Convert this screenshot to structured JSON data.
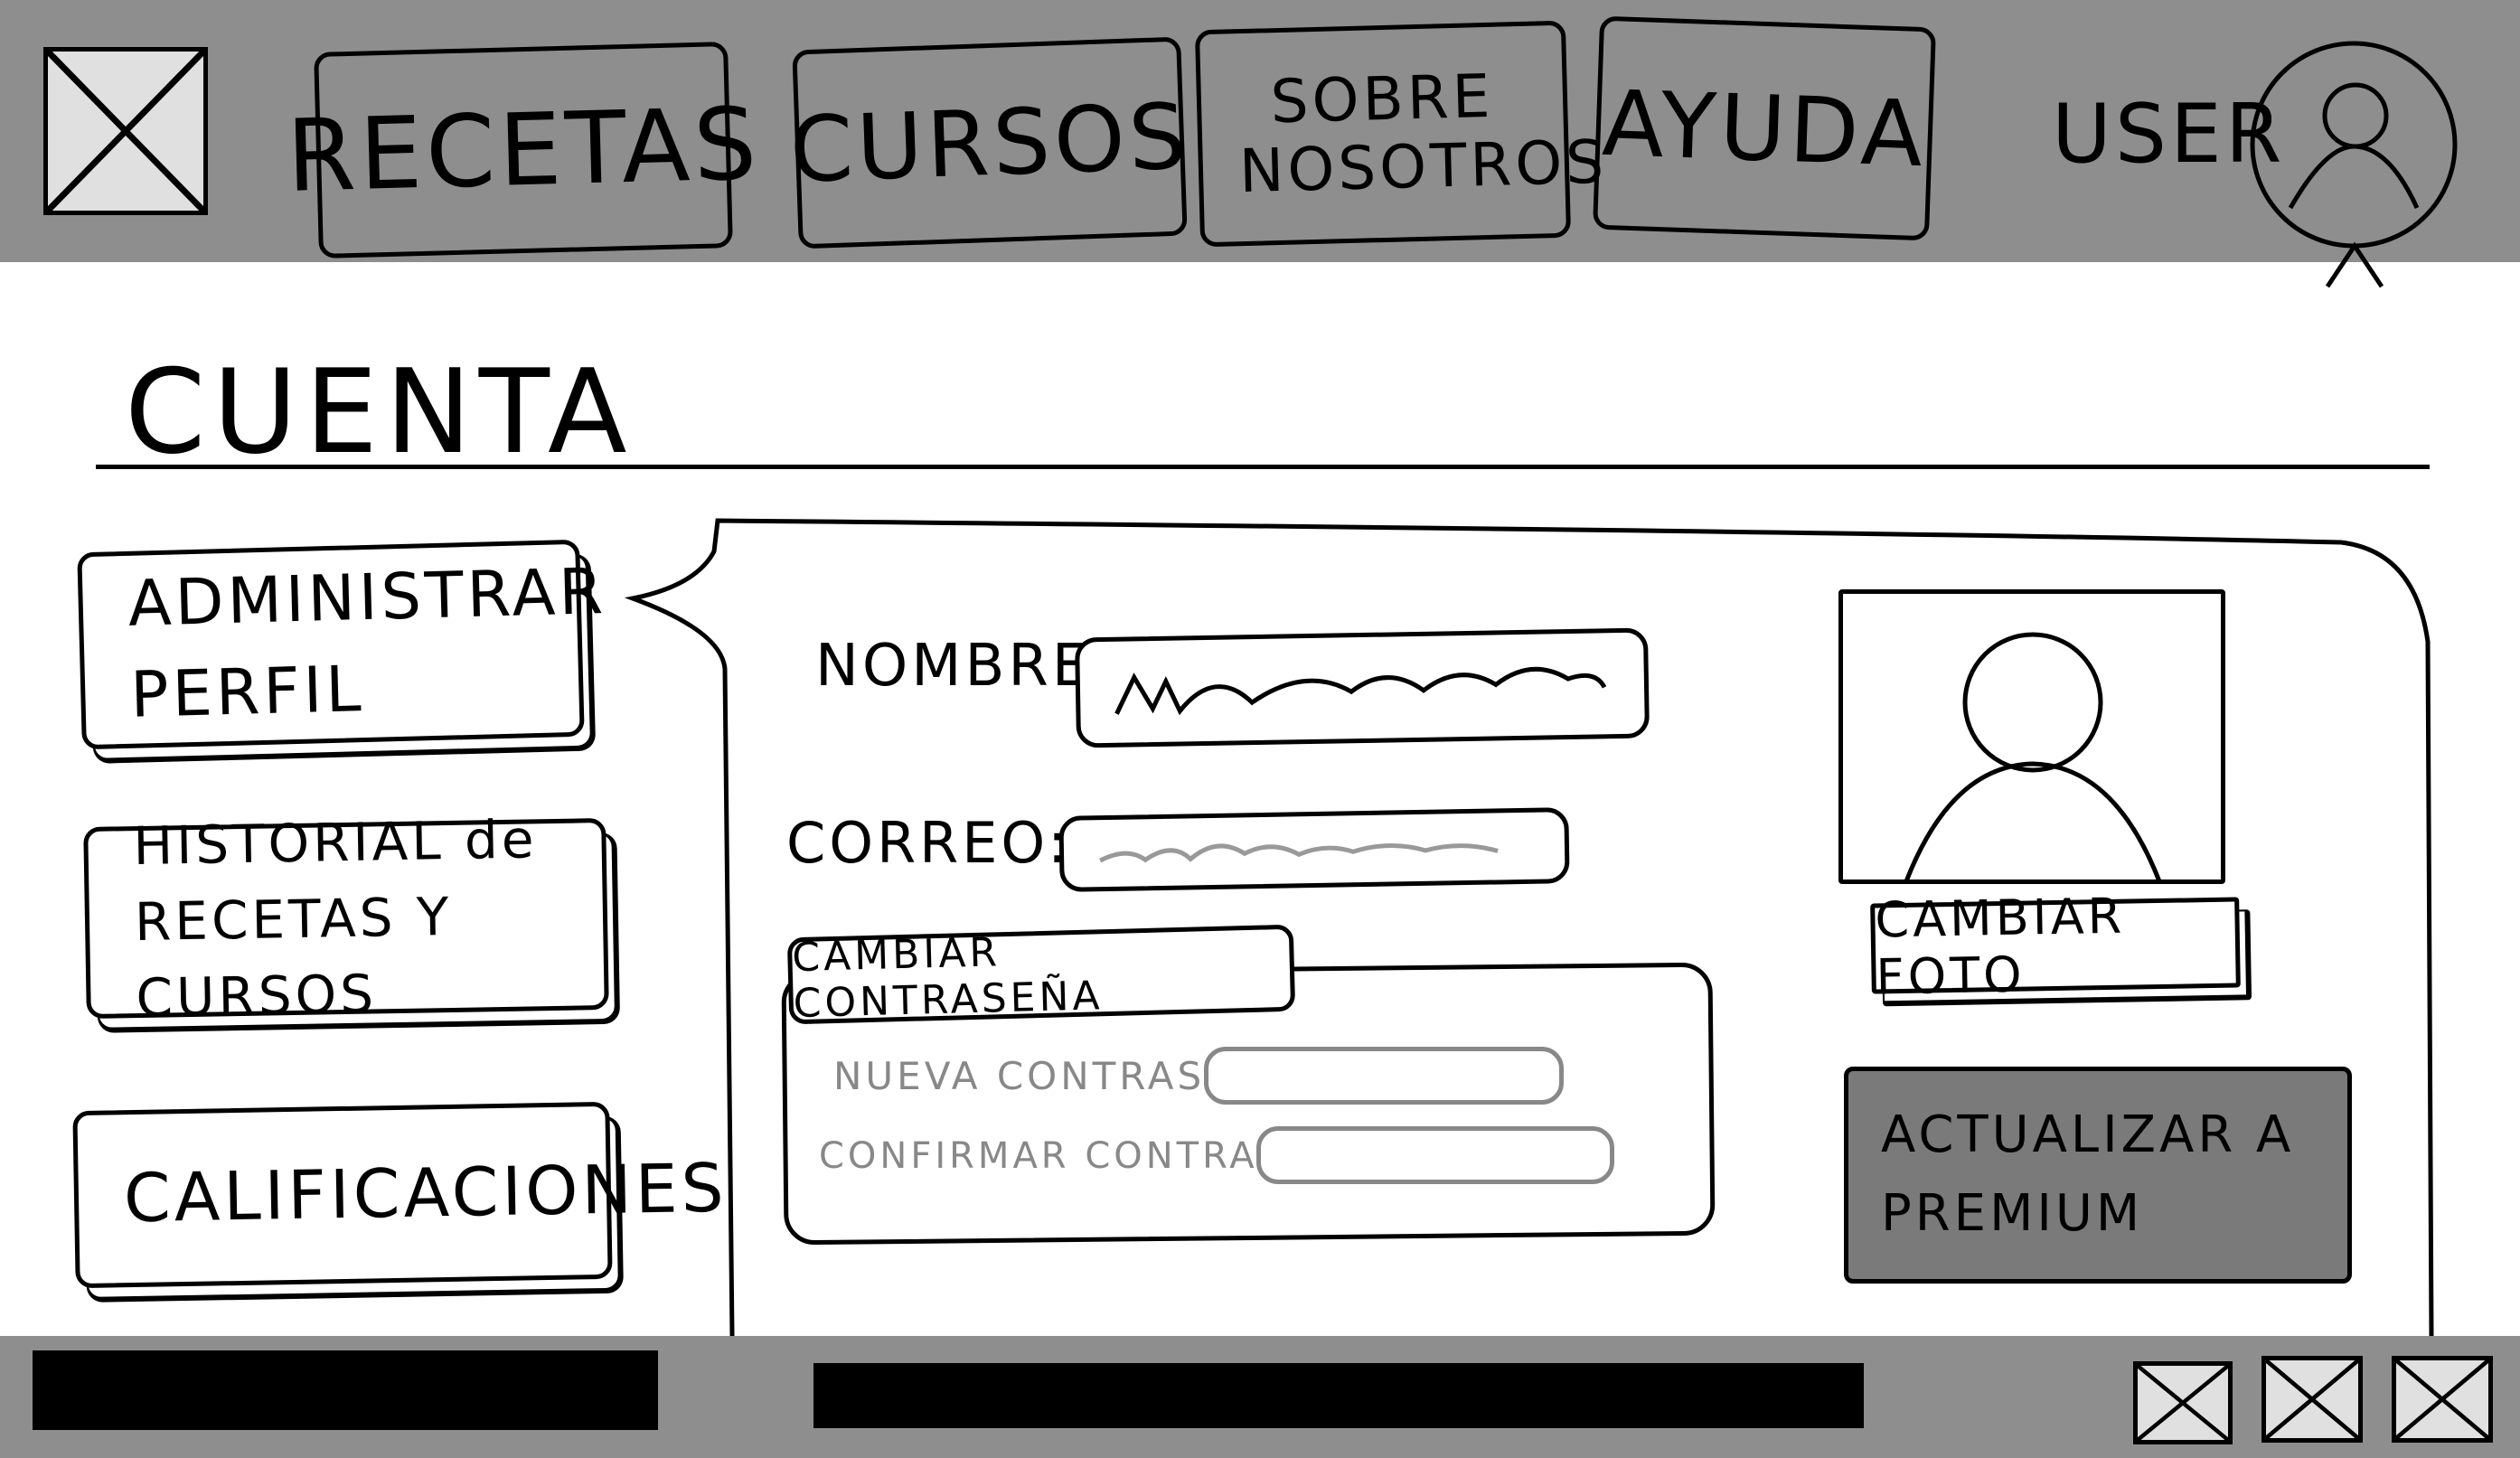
{
  "header": {
    "nav": [
      {
        "label": "RECETAS"
      },
      {
        "label": "CURSOS"
      },
      {
        "label": "SOBRE NOSOTROS"
      },
      {
        "label": "AYUDA"
      }
    ],
    "user_label": "USER"
  },
  "page": {
    "title": "CUENTA"
  },
  "sidebar": {
    "items": [
      {
        "label": "ADMINISTRAR PERFIL"
      },
      {
        "label": "HISTORIAL de RECETAS Y CURSOS"
      },
      {
        "label": "CALIFICACIONES"
      }
    ]
  },
  "profile": {
    "name_label": "NOMBRE:",
    "email_label": "CORREO:",
    "change_password_label": "CAMBIAR CONTRASEÑA",
    "new_password_label": "NUEVA CONTRASEÑA:",
    "confirm_password_label": "CONFIRMAR CONTRASEÑA:",
    "change_photo_label": "CAMBIAR FOTO",
    "upgrade_label": "ACTUALIZAR A PREMIUM"
  },
  "colors": {
    "header_bg": "#8e8e8e",
    "premium_bg": "#7a7a7a",
    "placeholder_gray": "#888888"
  },
  "icons": {
    "logo": "image-placeholder-icon",
    "avatar": "user-avatar-icon",
    "footer": [
      "image-placeholder-icon",
      "image-placeholder-icon",
      "image-placeholder-icon"
    ]
  }
}
